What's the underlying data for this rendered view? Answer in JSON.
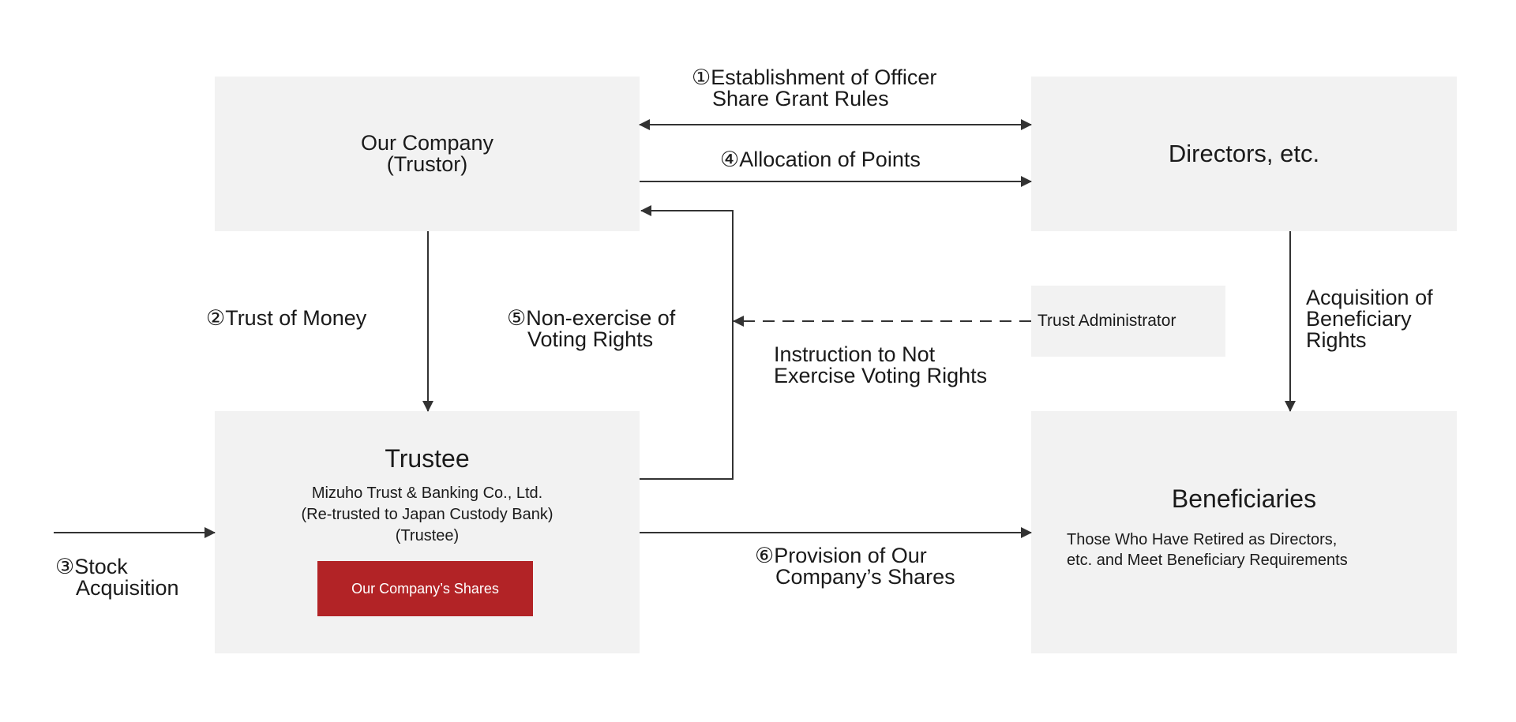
{
  "boxes": {
    "company": [
      "Our Company",
      "(Trustor)"
    ],
    "directors": "Directors, etc.",
    "trustee": {
      "title": "Trustee",
      "lines": [
        "Mizuho Trust & Banking Co., Ltd.",
        "(Re-trusted to Japan Custody Bank)",
        "(Trustee)"
      ],
      "shares": "Our Company’s Shares"
    },
    "admin": "Trust Administrator",
    "beneficiaries": {
      "title": "Beneficiaries",
      "lines": [
        "Those Who Have Retired as Directors,",
        "etc. and Meet Beneficiary Requirements"
      ]
    }
  },
  "arrows": {
    "step1": [
      "①Establishment of Officer",
      "Share Grant Rules"
    ],
    "step2": "②Trust of Money",
    "step3": [
      "③Stock",
      "Acquisition"
    ],
    "step4": "④Allocation of Points",
    "step5": [
      "⑤Non-exercise of",
      "Voting Rights"
    ],
    "step6": [
      "⑥Provision of Our",
      "Company’s Shares"
    ],
    "instruction": [
      "Instruction to Not",
      "Exercise Voting Rights"
    ],
    "acquisition": [
      "Acquisition of",
      "Beneficiary",
      "Rights"
    ]
  }
}
